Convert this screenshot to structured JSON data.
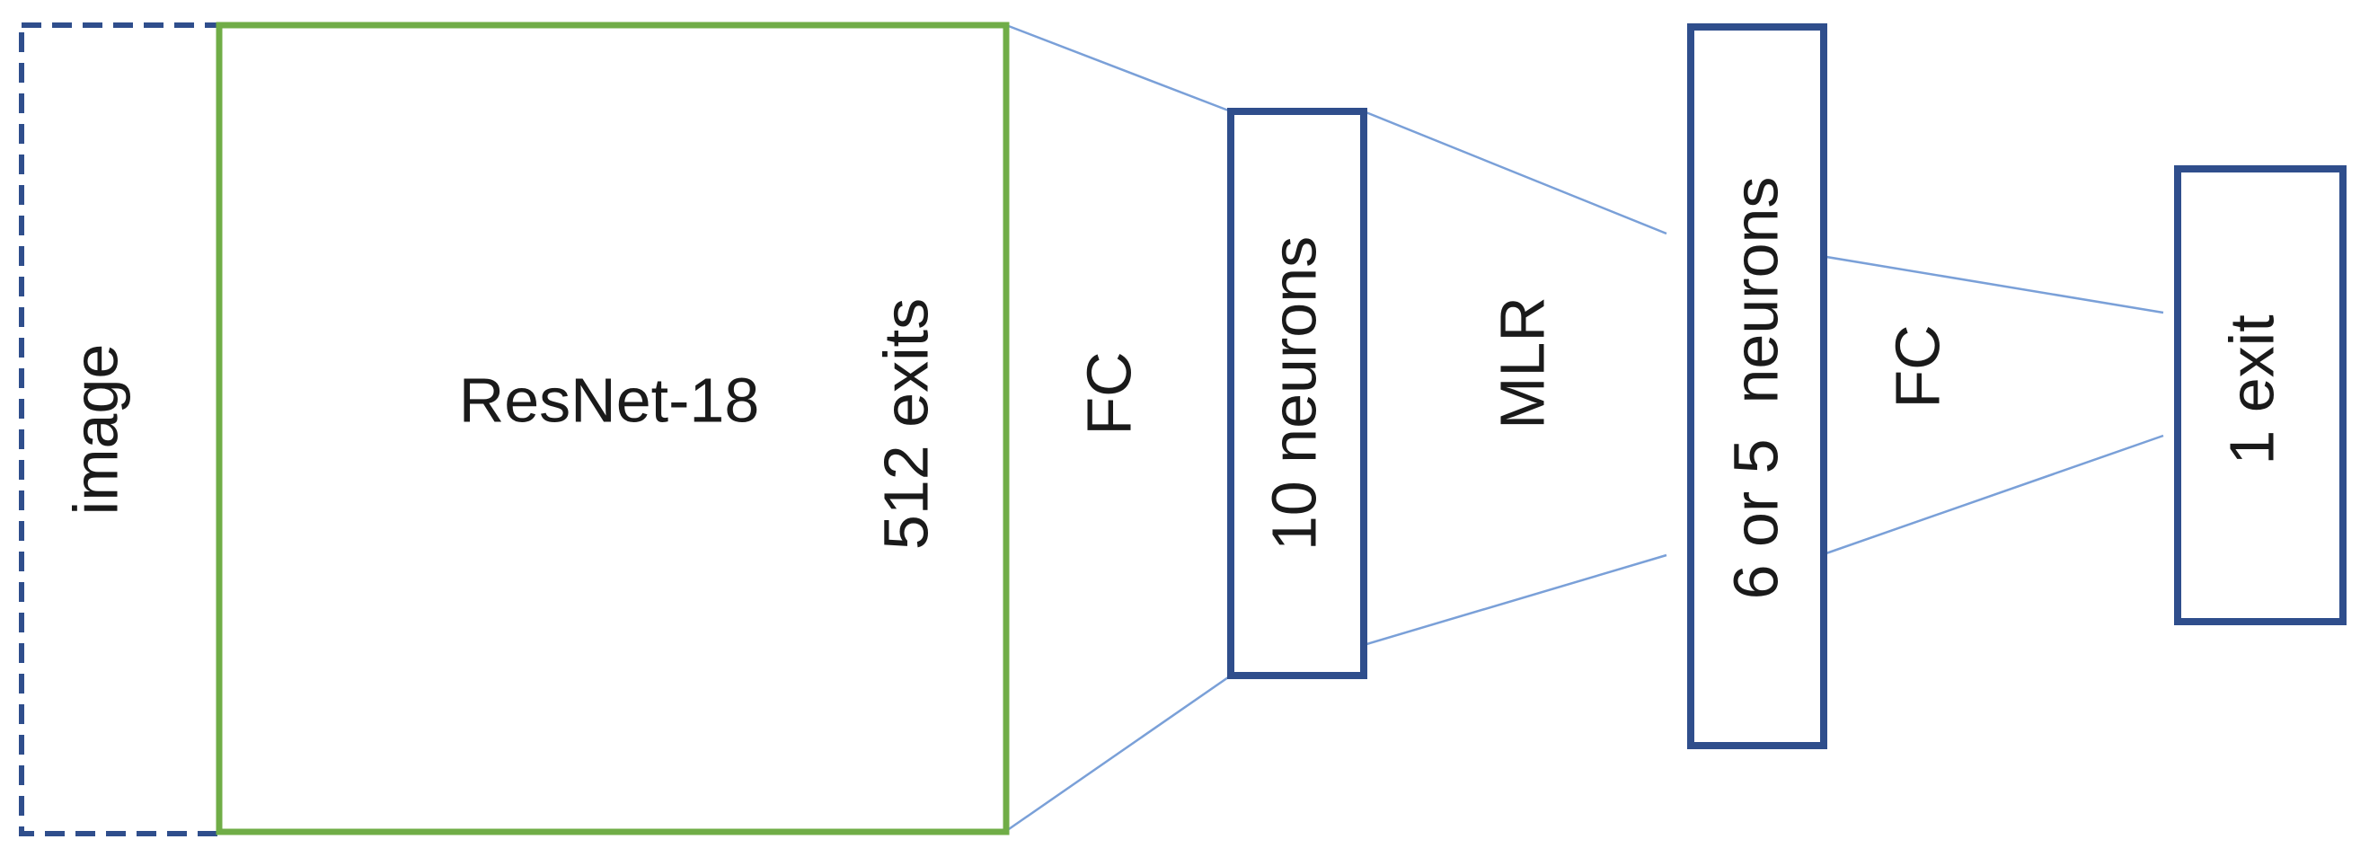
{
  "blocks": {
    "image": "image",
    "resnet": "ResNet-18",
    "resnet_output": "512 exits",
    "layer1": "10 neurons",
    "layer2": "6 or 5  neurons",
    "output": "1 exit"
  },
  "connections": {
    "fc1": "FC",
    "mlr": "MLR",
    "fc2": "FC"
  },
  "colors": {
    "blue_border": "#2f4e8c",
    "green_border": "#70ad47",
    "connector": "#7aa0d8"
  }
}
